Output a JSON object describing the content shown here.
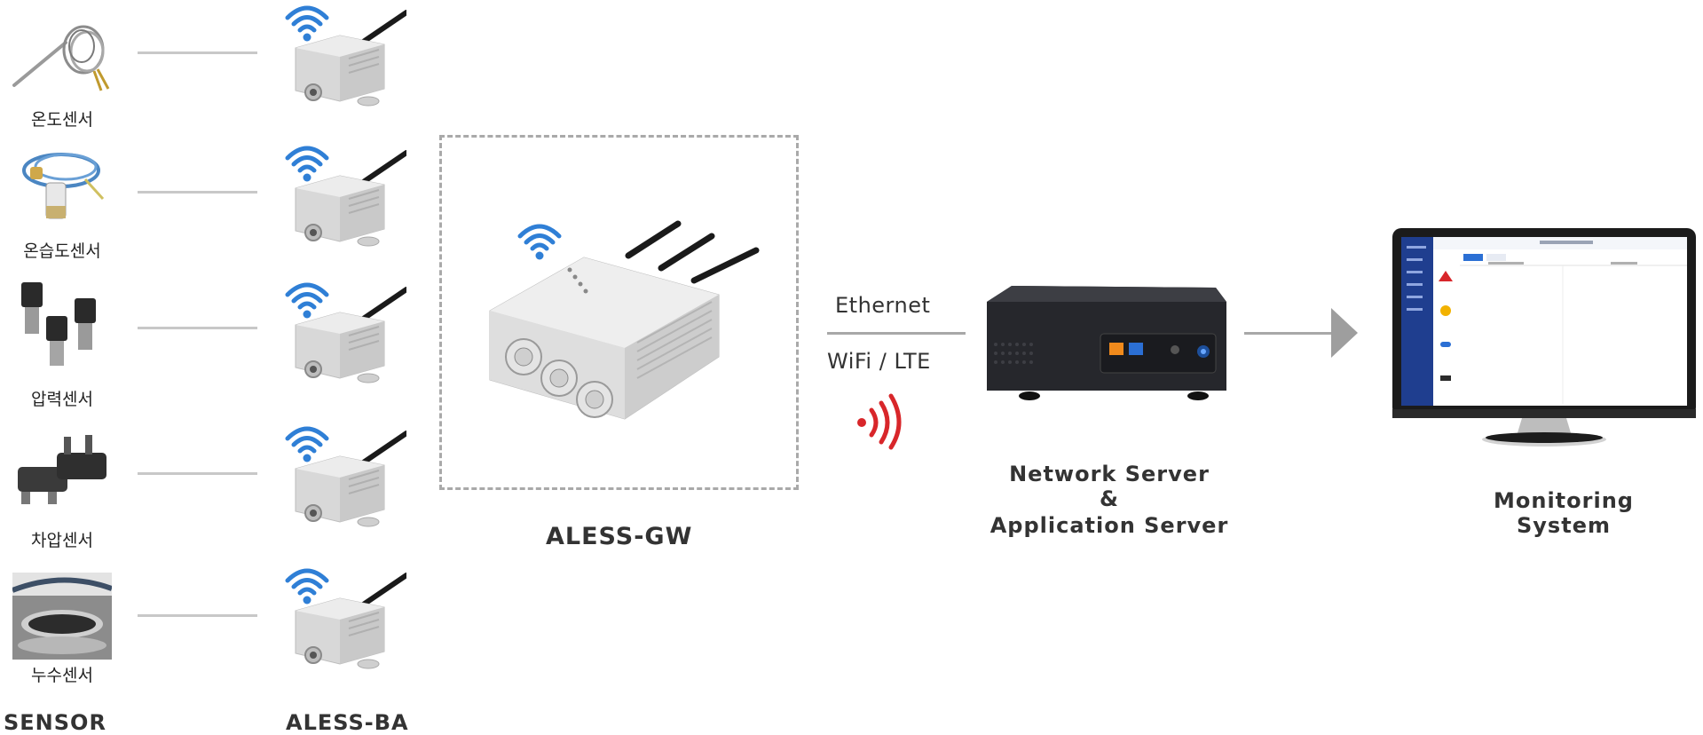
{
  "sensors": [
    {
      "label": "온도센서"
    },
    {
      "label": "온습도센서"
    },
    {
      "label": "압력센서"
    },
    {
      "label": "차압센서"
    },
    {
      "label": "누수센서"
    }
  ],
  "captions": {
    "sensor": "SENSOR",
    "node": "ALESS-BA",
    "gateway": "ALESS-GW",
    "server_line1": "Network Server",
    "server_line2": "&",
    "server_line3": "Application Server",
    "monitor": "Monitoring System"
  },
  "links": {
    "ethernet": "Ethernet",
    "wireless": "WiFi / LTE"
  },
  "colors": {
    "wifi_blue": "#2f7fd6",
    "signal_red": "#d8262a",
    "line_gray": "#c8c8c8",
    "arrow_gray": "#9e9e9e",
    "dashboard_sidebar": "#1f3e8f"
  },
  "icons": [
    "wifi-icon",
    "signal-waves-icon",
    "arrow-right-icon"
  ]
}
